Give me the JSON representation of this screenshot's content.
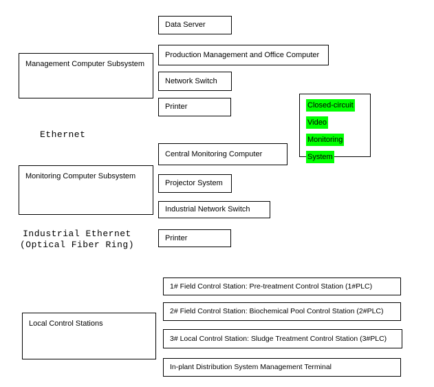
{
  "colors": {
    "background": "#ffffff",
    "box_border": "#000000",
    "text": "#000000",
    "highlight_green": "#00ff00"
  },
  "free_labels": {
    "ethernet": "Ethernet",
    "industrial_ethernet_line1": "Industrial Ethernet",
    "industrial_ethernet_line2": "(Optical Fiber Ring)"
  },
  "boxes": {
    "data_server": "Data Server",
    "management_subsystem": "Management Computer Subsystem",
    "production_office_computer": "Production Management and Office Computer",
    "network_switch": "Network Switch",
    "printer_top": "Printer",
    "central_monitoring_computer": "Central Monitoring Computer",
    "monitoring_subsystem": "Monitoring Computer Subsystem",
    "projector_system": "Projector System",
    "industrial_network_switch": "Industrial Network Switch",
    "printer_bottom": "Printer",
    "local_control_stations": "Local Control Stations",
    "station_1": "1# Field Control Station: Pre-treatment Control Station (1#PLC)",
    "station_2": "2# Field Control Station: Biochemical Pool Control Station (2#PLC)",
    "station_3": "3# Local Control Station: Sludge Treatment Control Station (3#PLC)",
    "distribution_terminal": "In-plant Distribution System Management Terminal"
  },
  "cctv_lines": [
    "Closed-circuit",
    "Video",
    "Monitoring",
    "System"
  ]
}
